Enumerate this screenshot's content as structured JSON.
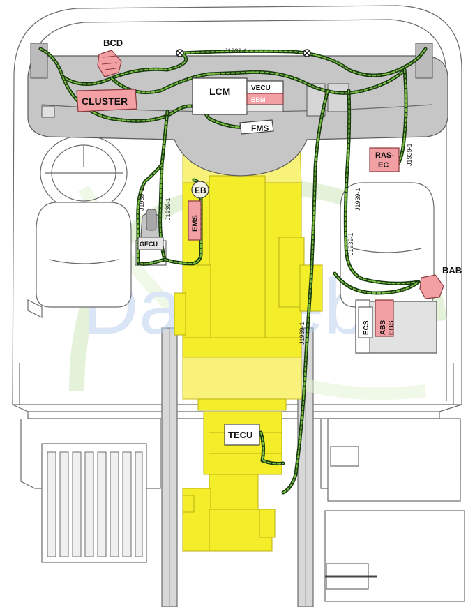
{
  "labels": {
    "bcd": "BCD",
    "cluster": "CLUSTER",
    "lcm": "LCM",
    "vecu": "VECU",
    "bbm": "BBM",
    "fms": "FMS",
    "ras_ec": "RAS-\nEC",
    "eb": "EB",
    "ems": "EMS",
    "gecu": "GECU",
    "bab": "BAB",
    "ecs": "ECS",
    "abs_ebs": "ABS\nEBS",
    "tecu": "TECU"
  },
  "bus_labels": {
    "top": "J1939-1",
    "ras": "J1939-1",
    "right_upper": "J1939-1",
    "right_mid": "J1939-1",
    "left_a": "J1939-1",
    "left_b": "J1939-1",
    "center_low": "J1939-1"
  },
  "watermark": "Da-Web",
  "colors": {
    "wire_outer": "#1a3a12",
    "wire_inner": "#7cc242",
    "powertrain": "#f4ee2a",
    "module_highlight": "#f2a0a4",
    "dashboard": "#c6c6c6"
  }
}
